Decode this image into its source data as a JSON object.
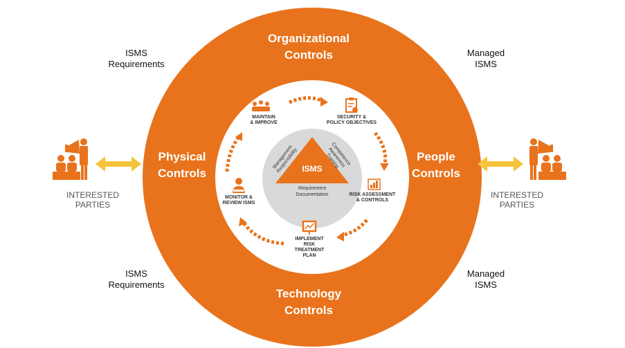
{
  "colors": {
    "orange": "#E8731C",
    "yellow_arrow": "#F5C43C",
    "dark_text": "#111111",
    "grey_text": "#555555",
    "center_grey": "#D9D9D9"
  },
  "corners": {
    "top_left": {
      "line1": "ISMS",
      "line2": "Requirements"
    },
    "bottom_left": {
      "line1": "ISMS",
      "line2": "Requirements"
    },
    "top_right": {
      "line1": "Managed",
      "line2": "ISMS"
    },
    "bottom_right": {
      "line1": "Managed",
      "line2": "ISMS"
    }
  },
  "interested_parties": {
    "left": {
      "line1": "INTERESTED",
      "line2": "PARTIES",
      "icon": "presenter-audience-icon"
    },
    "right": {
      "line1": "INTERESTED",
      "line2": "PARTIES",
      "icon": "presenter-audience-icon"
    }
  },
  "ring_labels": {
    "top": {
      "line1": "Organizational",
      "line2": "Controls"
    },
    "left": {
      "line1": "Physical",
      "line2": "Controls"
    },
    "right": {
      "line1": "People",
      "line2": "Controls"
    },
    "bottom": {
      "line1": "Technology",
      "line2": "Controls"
    }
  },
  "cycle_steps": [
    {
      "line1": "MAINTAIN",
      "line2": "& IMPROVE",
      "line3": "",
      "line4": "",
      "icon": "team-icon"
    },
    {
      "line1": "SECURITY &",
      "line2": "POLICY OBJECTIVES",
      "line3": "",
      "line4": "",
      "icon": "clipboard-icon"
    },
    {
      "line1": "RISK ASSESSMENT",
      "line2": "& CONTROLS",
      "line3": "",
      "line4": "",
      "icon": "chart-icon"
    },
    {
      "line1": "IMPLEMENT",
      "line2": "RISK",
      "line3": "TREATMENT",
      "line4": "PLAN",
      "icon": "presentation-board-icon"
    },
    {
      "line1": "MONITOR &",
      "line2": "REVIEW ISMS",
      "line3": "",
      "line4": "",
      "icon": "monitor-person-icon"
    }
  ],
  "center": {
    "triangle_label": "ISMS",
    "left_side": {
      "line1": "Management",
      "line2": "Responsibility"
    },
    "right_side": {
      "line1": "Competence",
      "line2": "Awareness",
      "line3": "Training"
    },
    "bottom": {
      "line1": "Requirement",
      "line2": "Documentation"
    }
  }
}
